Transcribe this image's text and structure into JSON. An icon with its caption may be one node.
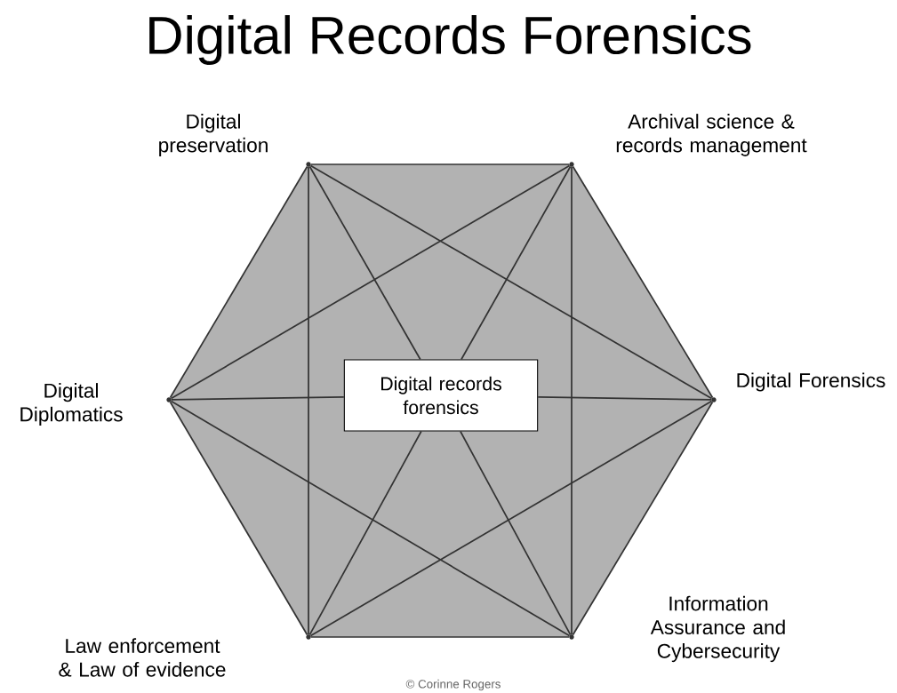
{
  "diagram": {
    "title": "Digital Records Forensics",
    "nodes": [
      {
        "text": [],
        "shape": "vertex",
        "beside": [
          "Digital preservation"
        ]
      },
      {
        "text": [],
        "shape": "vertex",
        "beside": [
          "Archival science & records management"
        ]
      },
      {
        "text": [],
        "shape": "vertex",
        "beside": [
          "Digital Diplomatics"
        ]
      },
      {
        "text": [
          "Digital records forensics"
        ]
      },
      {
        "text": [],
        "shape": "vertex",
        "beside": [
          "Digital Forensics"
        ]
      },
      {
        "text": [],
        "shape": "vertex",
        "beside": [
          "Law enforcement & Law of evidence"
        ]
      },
      {
        "text": [],
        "shape": "vertex",
        "beside": [
          "Information Assurance and Cybersecurity"
        ]
      }
    ],
    "edges": [
      {
        "from": 0,
        "to": 1,
        "arrow": "none"
      },
      {
        "from": 1,
        "to": 4,
        "arrow": "none"
      },
      {
        "from": 4,
        "to": 6,
        "arrow": "none"
      },
      {
        "from": 6,
        "to": 5,
        "arrow": "none"
      },
      {
        "from": 5,
        "to": 2,
        "arrow": "none"
      },
      {
        "from": 2,
        "to": 0,
        "arrow": "none"
      },
      {
        "from": 0,
        "to": 5,
        "arrow": "none"
      },
      {
        "from": 1,
        "to": 6,
        "arrow": "none"
      },
      {
        "from": 2,
        "to": 3,
        "arrow": "none"
      },
      {
        "from": 3,
        "to": 4,
        "arrow": "none"
      },
      {
        "from": 0,
        "to": 3,
        "arrow": "none"
      },
      {
        "from": 3,
        "to": 6,
        "arrow": "none"
      },
      {
        "from": 1,
        "to": 3,
        "arrow": "none"
      },
      {
        "from": 3,
        "to": 5,
        "arrow": "none"
      },
      {
        "from": 0,
        "to": 4,
        "arrow": "none"
      },
      {
        "from": 2,
        "to": 1,
        "arrow": "none"
      },
      {
        "from": 2,
        "to": 6,
        "arrow": "none"
      },
      {
        "from": 5,
        "to": 4,
        "arrow": "none"
      }
    ],
    "labels": [
      "© Corinne Rogers"
    ]
  }
}
